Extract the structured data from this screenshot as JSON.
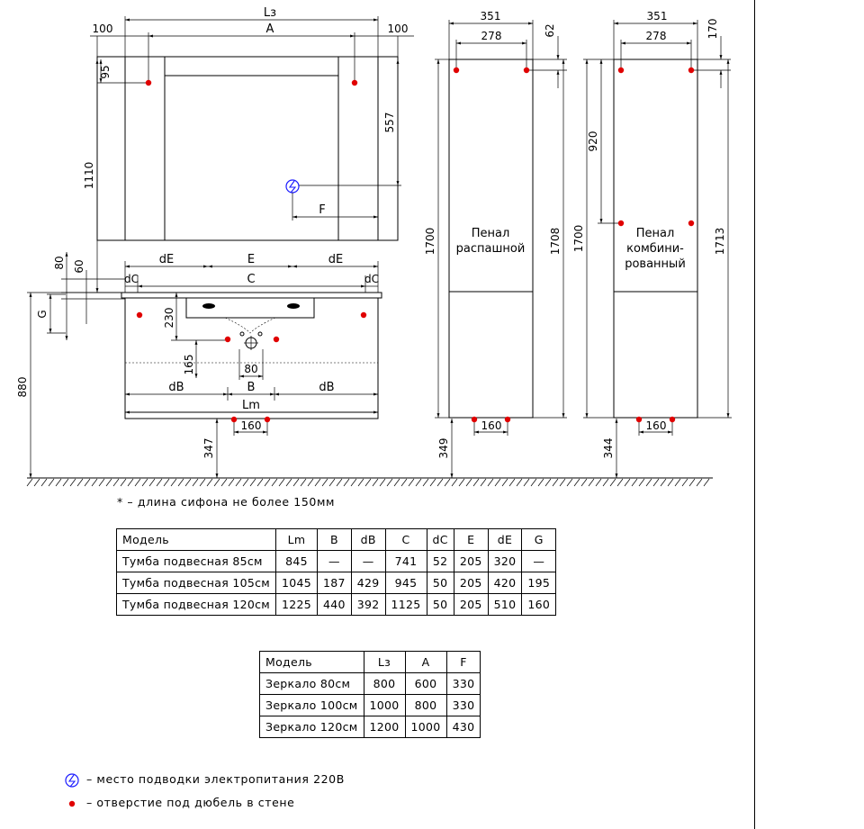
{
  "dims": {
    "l_z": "Lз",
    "a": "A",
    "hundred_left": "100",
    "hundred_right": "100",
    "d95": "95",
    "d557": "557",
    "d1110": "1110",
    "f": "F",
    "de_left": "dE",
    "e": "E",
    "de_right": "dE",
    "dc_left": "dC",
    "c": "C",
    "dc_right": "dC",
    "d80": "80",
    "d60": "60",
    "g": "G",
    "d230": "230",
    "d165": "165",
    "d880": "880",
    "b80": "80",
    "db_left": "dB",
    "b": "B",
    "db_right": "dB",
    "lm": "Lm",
    "d160_vanity": "160",
    "d347": "347",
    "p1_351": "351",
    "p1_278": "278",
    "p1_62": "62",
    "p1_1700": "1700",
    "p1_1708": "1708",
    "p1_160": "160",
    "p1_349": "349",
    "p2_351": "351",
    "p2_278": "278",
    "p2_170": "170",
    "p2_920": "920",
    "p2_1700": "1700",
    "p2_1713": "1713",
    "p2_160": "160",
    "p2_344": "344"
  },
  "penal1": {
    "line1": "Пенал",
    "line2": "распашной"
  },
  "penal2": {
    "line1": "Пенал",
    "line2": "комбини-",
    "line3": "рованный"
  },
  "notes": {
    "siphon": "* – длина сифона не более 150мм",
    "power": "– место подводки электропитания 220В",
    "dowel": "– отверстие под дюбель в стене"
  },
  "vanity_table": {
    "headers": [
      "Модель",
      "Lm",
      "B",
      "dB",
      "C",
      "dC",
      "E",
      "dE",
      "G"
    ],
    "rows": [
      [
        "Тумба подвесная 85см",
        "845",
        "—",
        "—",
        "741",
        "52",
        "205",
        "320",
        "—"
      ],
      [
        "Тумба подвесная 105см",
        "1045",
        "187",
        "429",
        "945",
        "50",
        "205",
        "420",
        "195"
      ],
      [
        "Тумба подвесная 120см",
        "1225",
        "440",
        "392",
        "1125",
        "50",
        "205",
        "510",
        "160"
      ]
    ]
  },
  "mirror_table": {
    "headers": [
      "Модель",
      "Lз",
      "A",
      "F"
    ],
    "rows": [
      [
        "Зеркало 80см",
        "800",
        "600",
        "330"
      ],
      [
        "Зеркало 100см",
        "1000",
        "800",
        "330"
      ],
      [
        "Зеркало 120см",
        "1200",
        "1000",
        "430"
      ]
    ]
  },
  "colors": {
    "dowel_dot": "#e00000",
    "power_symbol": "#1a1aff",
    "line": "#000000"
  }
}
